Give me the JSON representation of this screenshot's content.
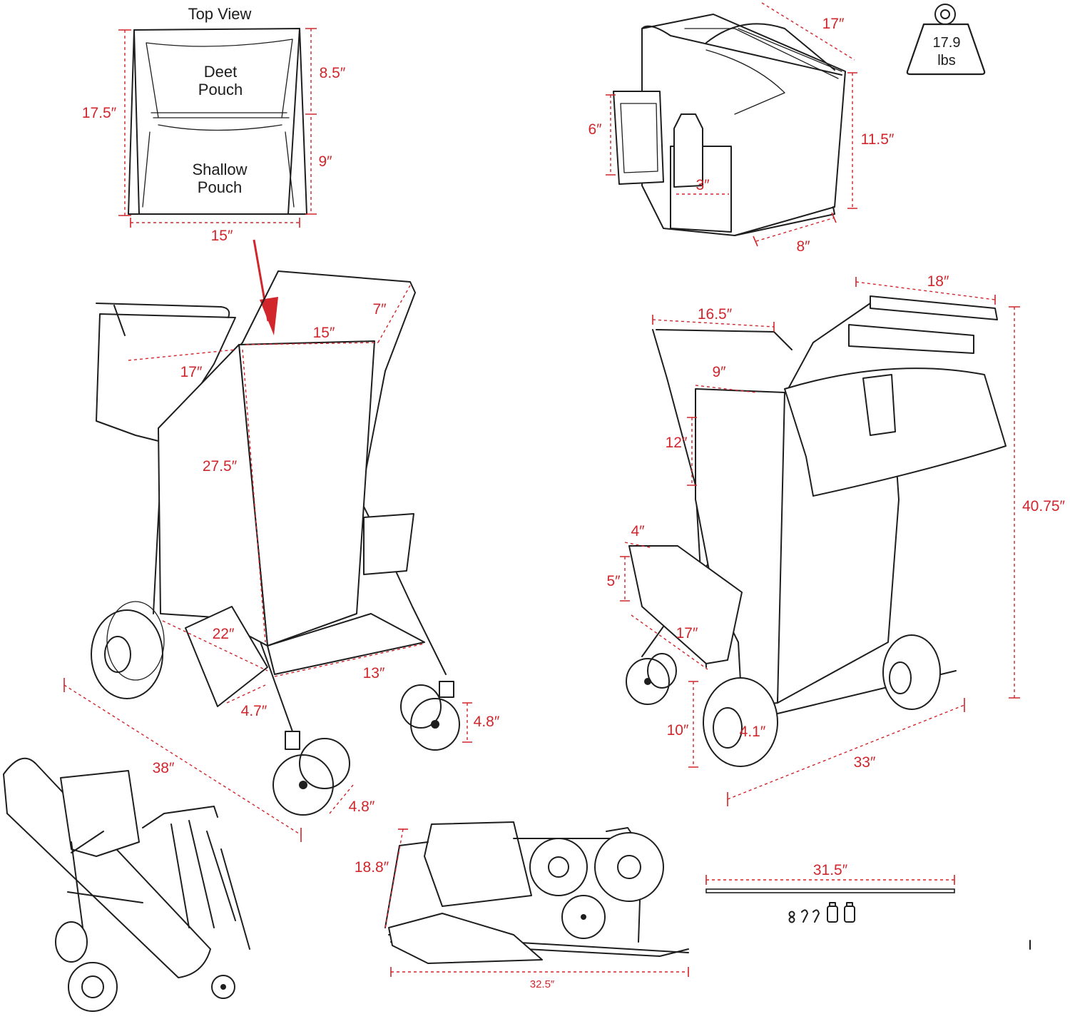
{
  "top_view": {
    "title": "Top View",
    "deep_pouch": [
      "Deet",
      "Pouch"
    ],
    "shallow_pouch": [
      "Shallow",
      "Pouch"
    ],
    "dims": {
      "left": "17.5″",
      "right_top": "8.5″",
      "right_bottom": "9″",
      "bottom": "15″"
    }
  },
  "cooler_bag": {
    "dims": {
      "top": "17″",
      "height": "11.5″",
      "side_pocket": "6″",
      "bottle_pocket": "3″",
      "depth": "8″"
    }
  },
  "weight": {
    "value": "17.9",
    "unit": "lbs"
  },
  "front_cart": {
    "dims": {
      "handle_side": "7″",
      "bag_top": "15″",
      "back_top": "17″",
      "bag_height": "27.5″",
      "bottom_depth": "22″",
      "bottom_width": "13″",
      "cup_holder": "4.7″",
      "front_wheel": "4.8″",
      "rear_wheel": "4.8″",
      "length": "38″"
    }
  },
  "side_cart": {
    "dims": {
      "top_width": "18″",
      "back_width": "16.5″",
      "pouch_width": "9″",
      "pouch_height": "12″",
      "cup_width": "4″",
      "cup_height": "5″",
      "cup_length": "17″",
      "wheel_height": "10″",
      "wheel_width": "4.1″",
      "total_height": "40.75″",
      "base_length": "33″"
    }
  },
  "folded": {
    "dims": {
      "folded_height": "18.8″",
      "folded_length": "32.5″",
      "pole_length": "31.5″"
    }
  },
  "colors": {
    "dimension": "#d0262c",
    "linework": "#1e1e1e",
    "background": "#ffffff"
  }
}
